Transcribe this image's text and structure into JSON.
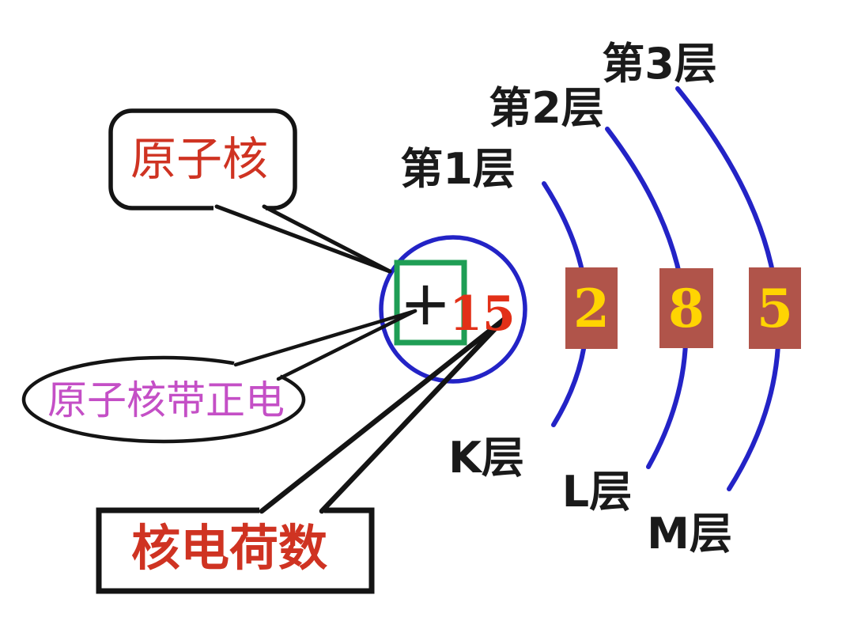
{
  "colors": {
    "shell_blue": "#2323c6",
    "nucleus_green": "#1f9e55",
    "callout_red": "#cf3322",
    "charge_red": "#e23018",
    "positive_magenta": "#c44fc6",
    "electron_yellow": "#ffd402",
    "electron_box_brown": "#b0544a",
    "line_black": "#141414",
    "text_black": "#1a1a1a"
  },
  "nucleus": {
    "plus_sign": "+",
    "charge_number": "15"
  },
  "callouts": {
    "nucleus_label": "原子核",
    "positive_charge_label": "原子核带正电",
    "charge_count_label": "核电荷数"
  },
  "shells": [
    {
      "ring_label": "第1层",
      "layer_label": "K层",
      "electron_count": "2"
    },
    {
      "ring_label": "第2层",
      "layer_label": "L层",
      "electron_count": "8"
    },
    {
      "ring_label": "第3层",
      "layer_label": "M层",
      "electron_count": "5"
    }
  ]
}
